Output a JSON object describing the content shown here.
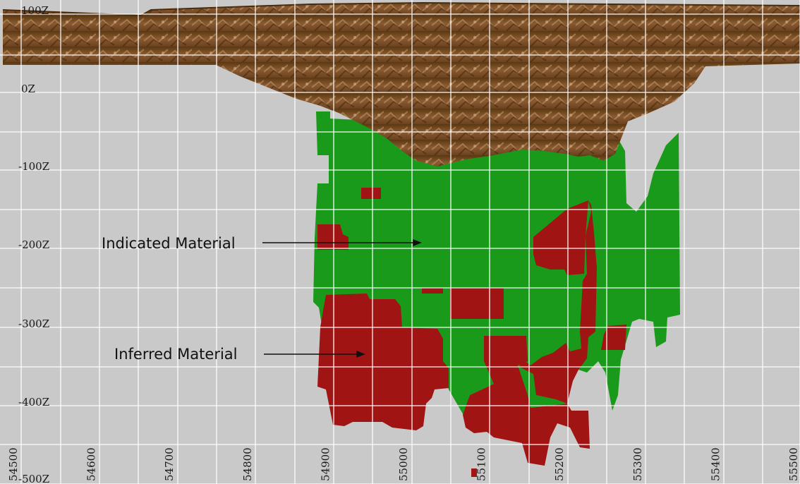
{
  "colors": {
    "background": "#c9c9c9",
    "indicated": "#1a9a1a",
    "inferred": "#a01414",
    "pit": "#7a5028",
    "grid": "#ffffff"
  },
  "elevation_labels": [
    "100Z",
    "0Z",
    "-100Z",
    "-200Z",
    "-300Z",
    "-400Z",
    "-500Z"
  ],
  "easting_labels": [
    "54500",
    "54600",
    "54700",
    "54800",
    "54900",
    "55000",
    "55100",
    "55200",
    "55300",
    "55400",
    "55500"
  ],
  "annotations": {
    "indicated": "Indicated Material",
    "inferred": "Inferred Material"
  }
}
